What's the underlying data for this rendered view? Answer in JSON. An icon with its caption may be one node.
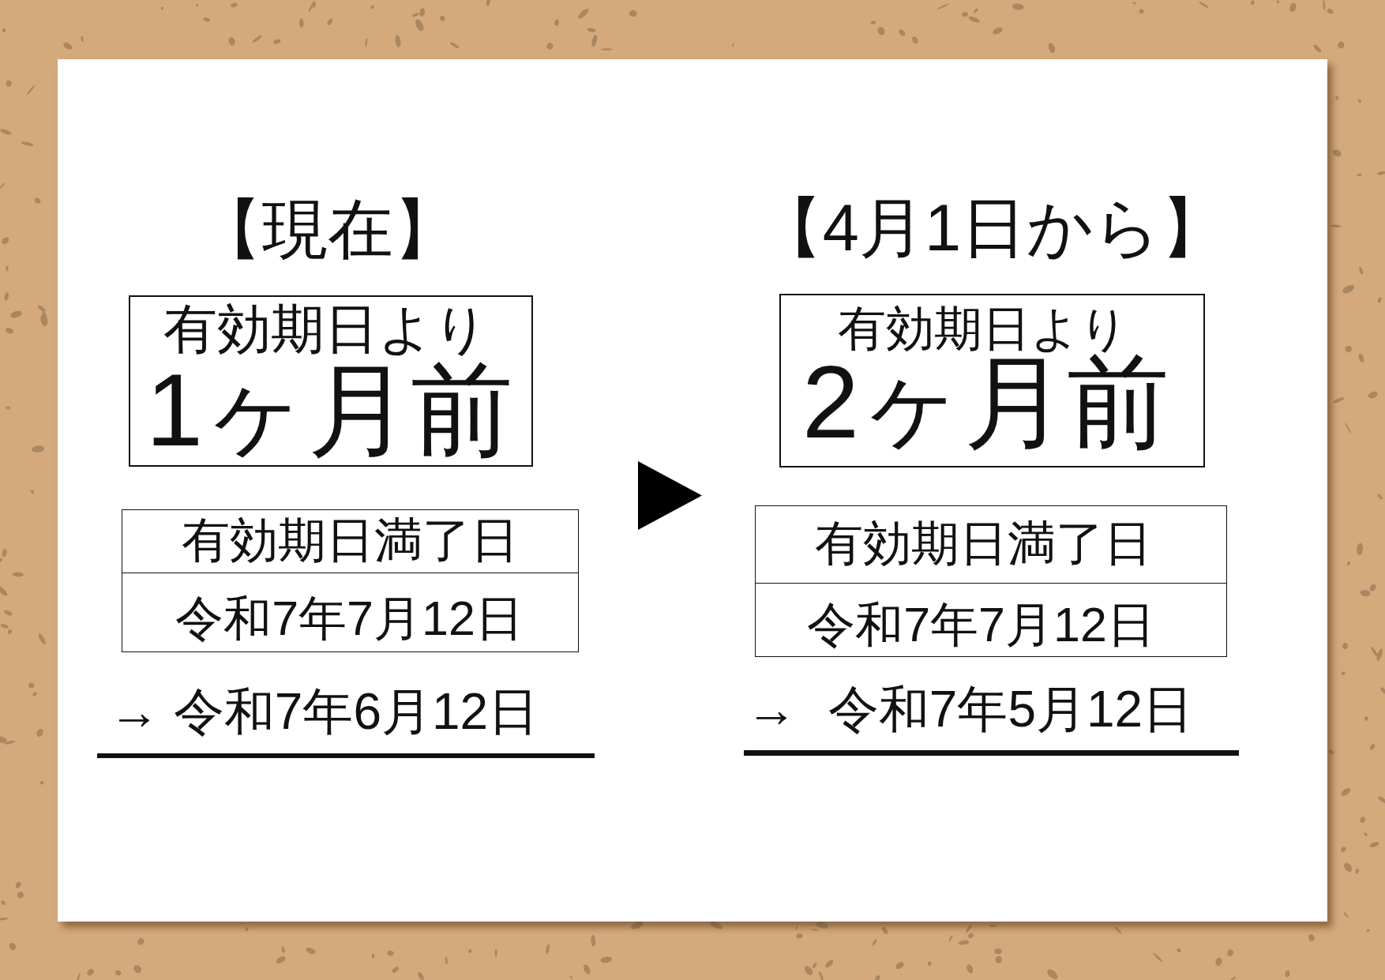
{
  "diagram": {
    "nodes": [
      {
        "text": [
          "有効期日より",
          "1ヶ月前"
        ]
      },
      {
        "text": [
          "有効期日満了日",
          "令和7年7月12日"
        ]
      },
      {
        "text": [
          "有効期日より",
          "2ヶ月前"
        ]
      },
      {
        "text": [
          "有効期日満了日",
          "令和7年7月12日"
        ]
      }
    ],
    "labels": [
      "【現在】",
      "【4月1日から】",
      "→ 令和7年6月12日",
      "→ 令和7年5月12日"
    ]
  }
}
